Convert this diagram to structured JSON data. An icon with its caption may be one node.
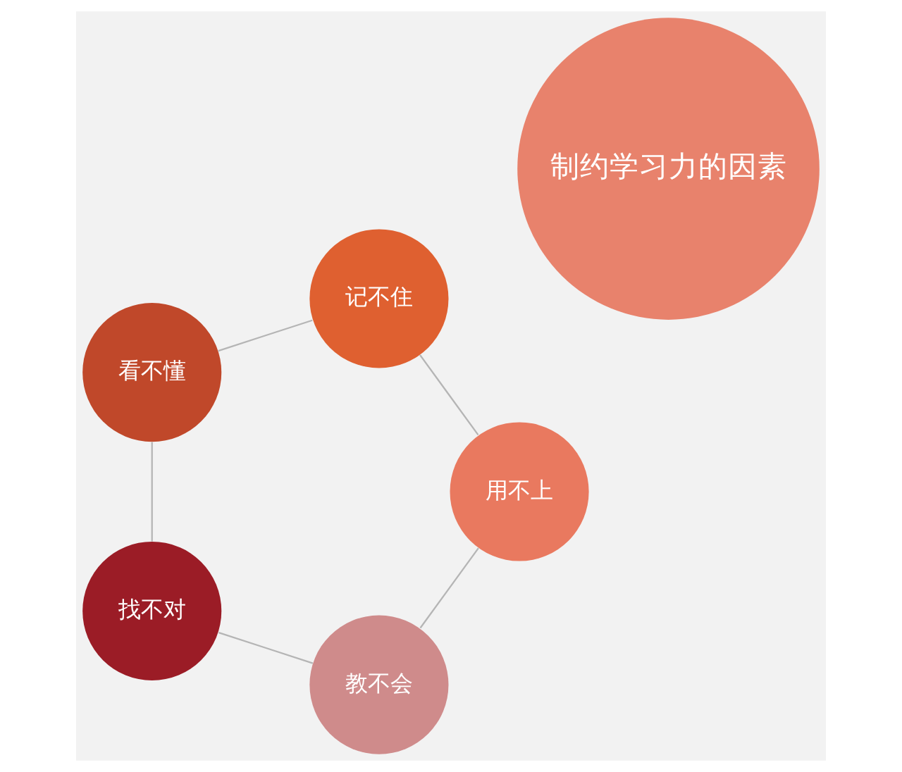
{
  "diagram": {
    "nodes": [
      {
        "text": [
          "制约学习力的因素"
        ]
      },
      {
        "text": [
          "教不会"
        ]
      },
      {
        "text": [
          "找不对"
        ]
      },
      {
        "text": [
          "看不懂"
        ]
      },
      {
        "text": [
          "记不住"
        ]
      },
      {
        "text": [
          "用不上"
        ]
      }
    ],
    "edges": [
      {
        "from": 1,
        "to": 2,
        "arrow": "none",
        "color": "#b5b5b5"
      },
      {
        "from": 2,
        "to": 3,
        "arrow": "none",
        "color": "#b5b5b5"
      },
      {
        "from": 3,
        "to": 4,
        "arrow": "none",
        "color": "#b5b5b5"
      },
      {
        "from": 4,
        "to": 5,
        "arrow": "none",
        "color": "#b5b5b5"
      },
      {
        "from": 5,
        "to": 1,
        "arrow": "none",
        "color": "#b5b5b5"
      }
    ]
  }
}
